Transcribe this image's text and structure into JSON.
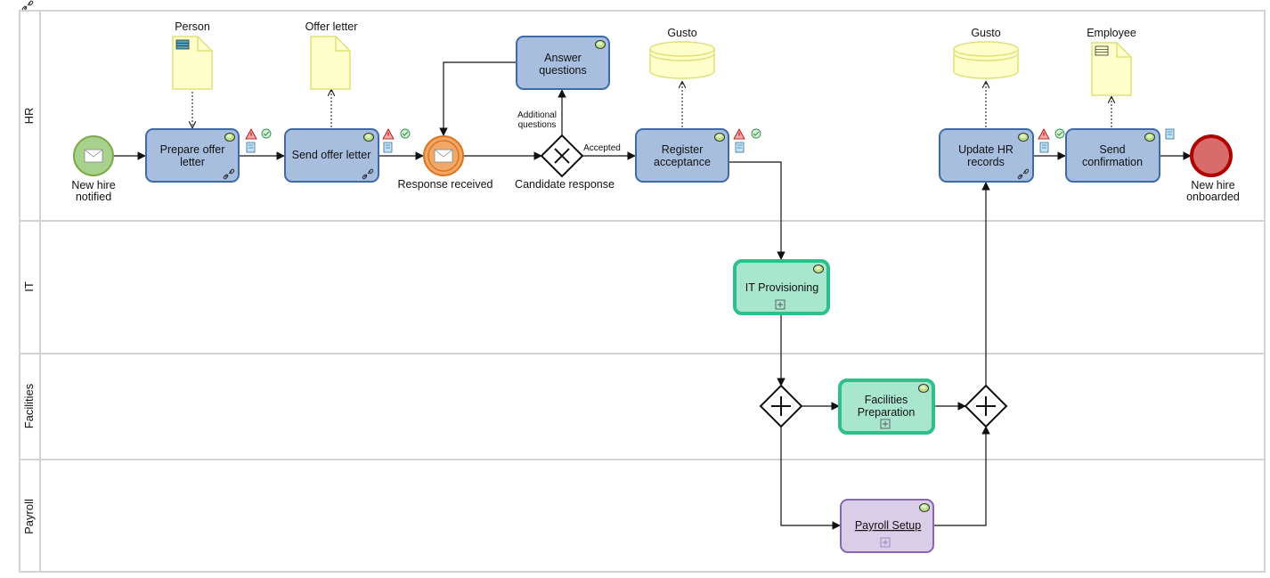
{
  "lanes": [
    "HR",
    "IT",
    "Facilities",
    "Payroll"
  ],
  "events": {
    "start": "New hire notified",
    "intermediate": "Response received",
    "end": "New hire onboarded"
  },
  "gateways": {
    "candidate": "Candidate response",
    "additional_label": "Additional questions",
    "accepted_label": "Accepted"
  },
  "tasks": {
    "prepare_offer": "Prepare offer letter",
    "send_offer": "Send offer letter",
    "answer_questions": "Answer questions",
    "register_acceptance": "Register acceptance",
    "update_hr": "Update HR records",
    "send_confirmation": "Send confirmation",
    "it_provisioning": "IT Provisioning",
    "facilities_prep": "Facilities Preparation",
    "payroll_setup": "Payroll Setup"
  },
  "artifacts": {
    "person": "Person",
    "offer_letter": "Offer letter",
    "gusto_1": "Gusto",
    "gusto_2": "Gusto",
    "employee": "Employee"
  }
}
